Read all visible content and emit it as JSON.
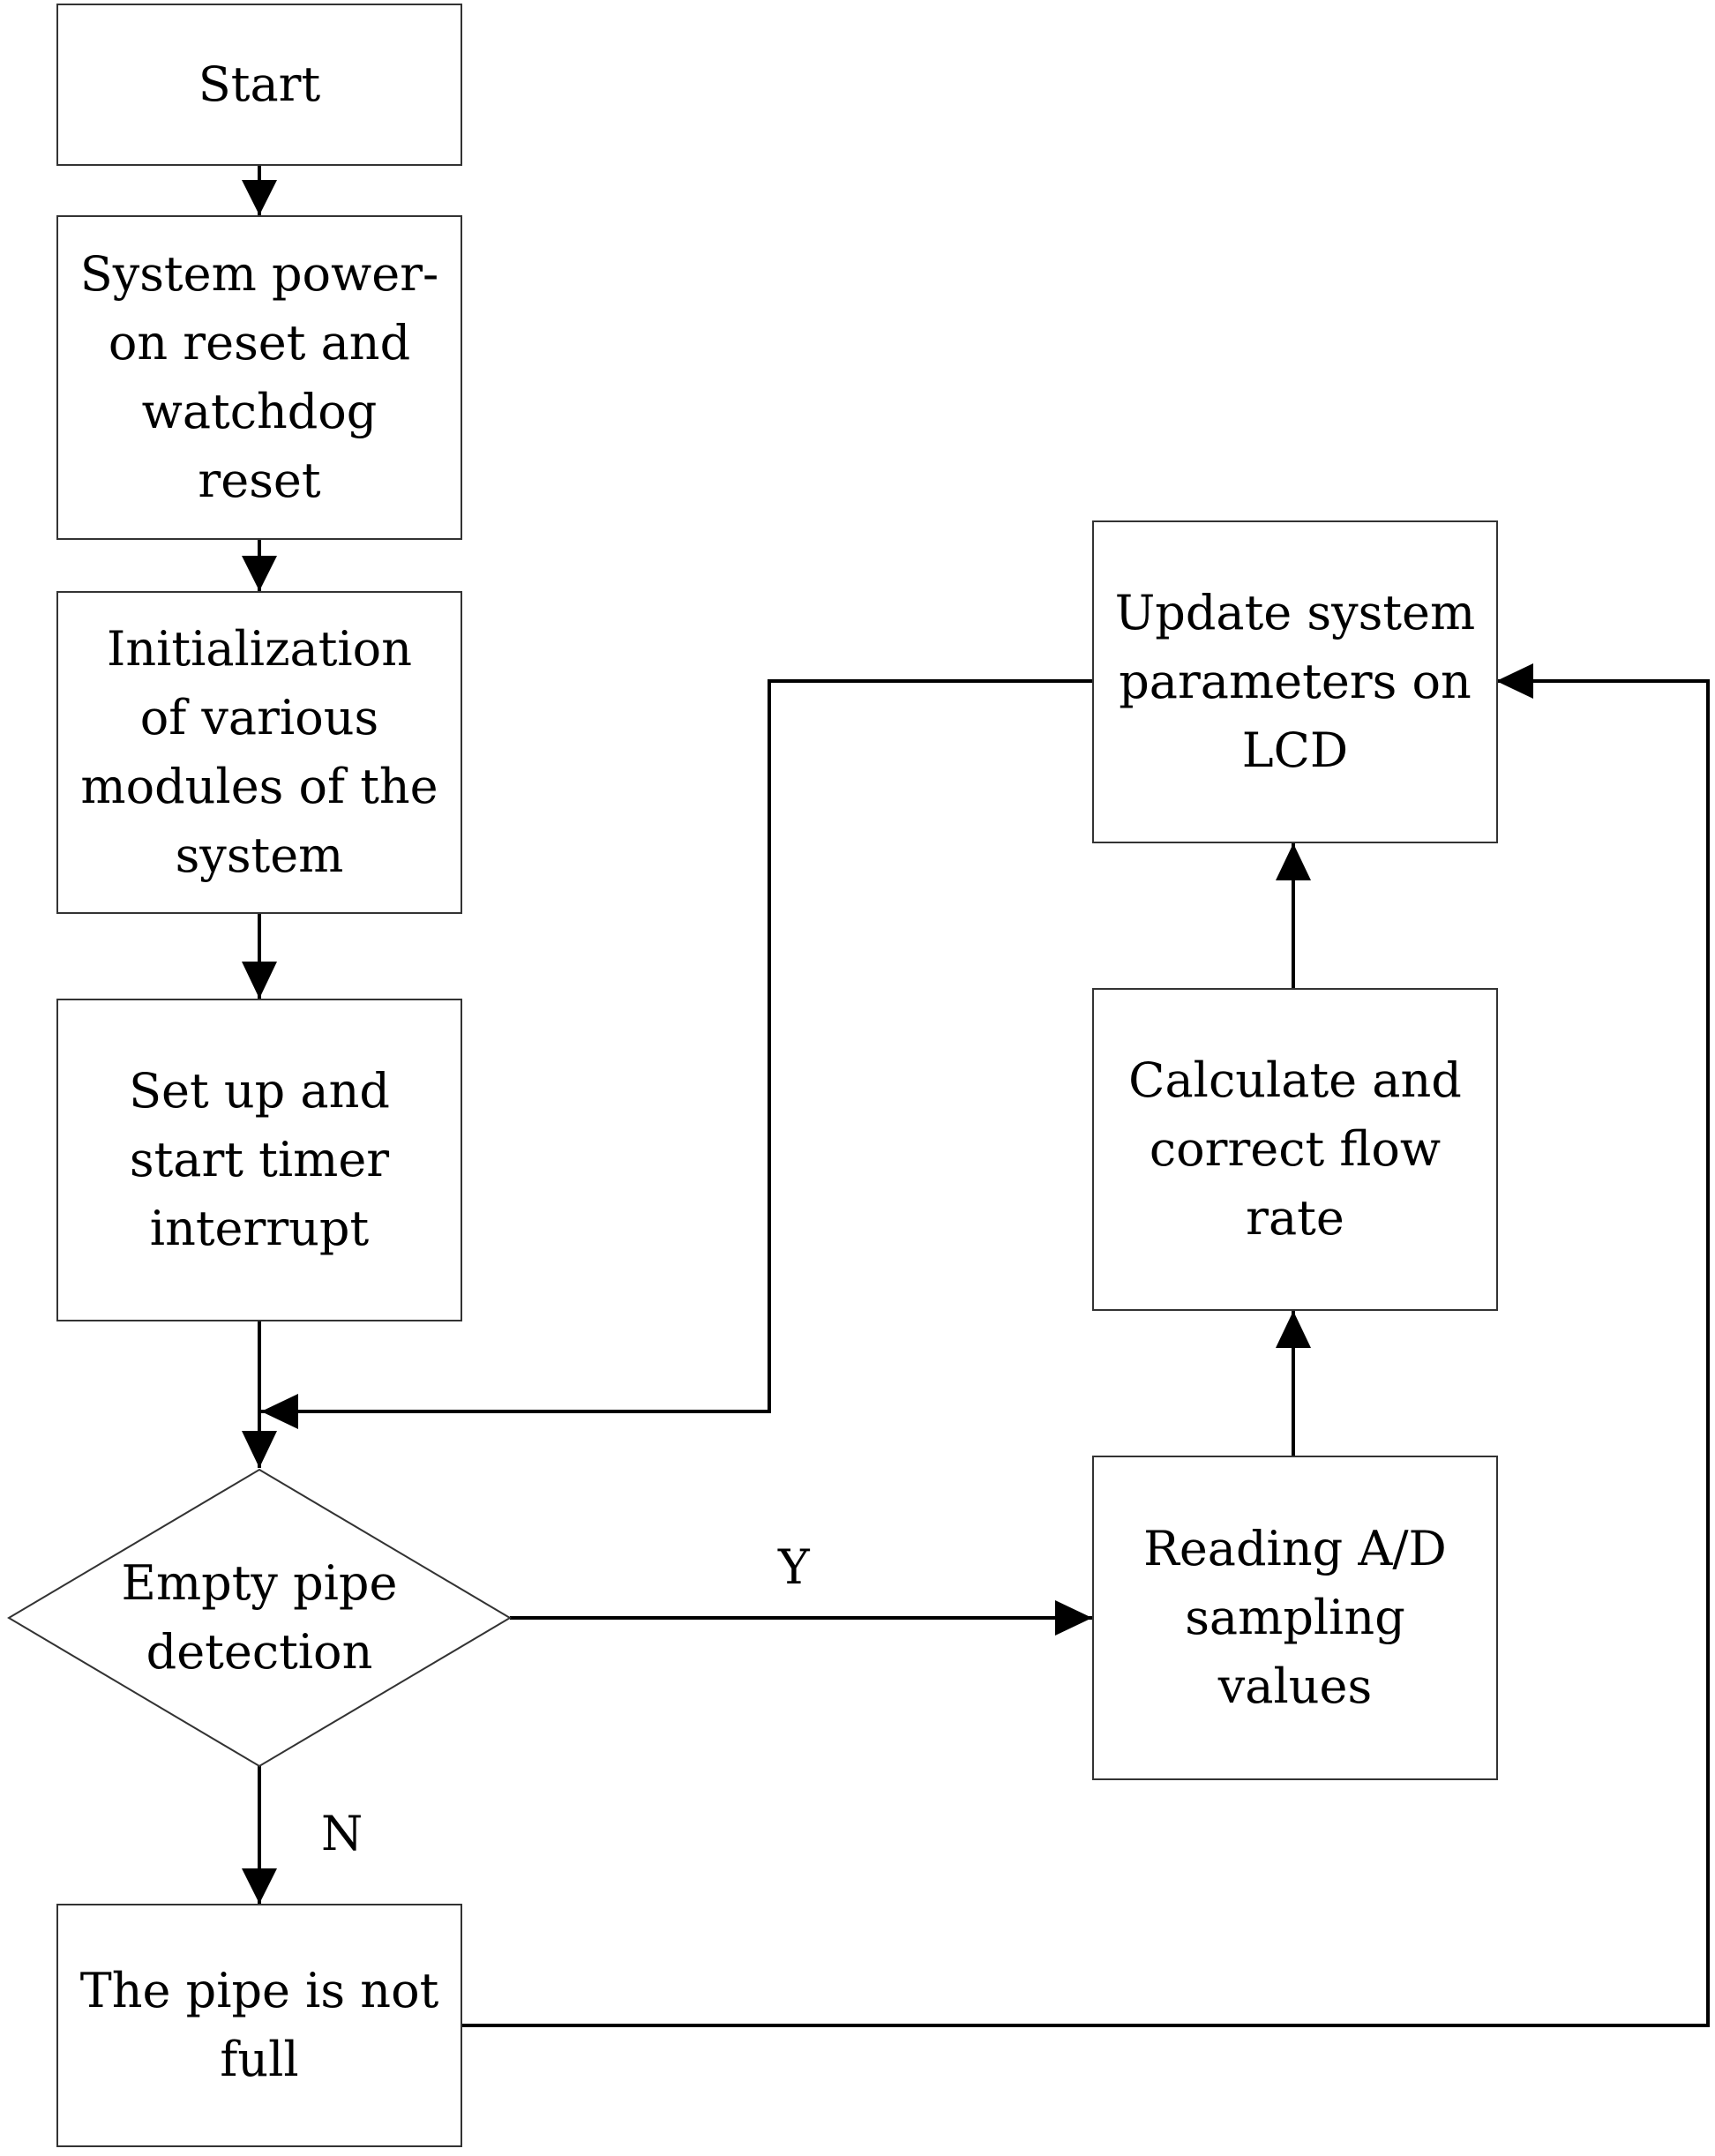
{
  "flowchart": {
    "nodes": {
      "start": "Start",
      "reset": "System power-\non reset and\nwatchdog\nreset",
      "init": "Initialization\nof various\nmodules of the\nsystem",
      "timer": "Set up and\nstart timer\ninterrupt",
      "decision": "Empty pipe\ndetection",
      "not_full": "The pipe is not\nfull",
      "read_ad": "Reading A/D\nsampling\nvalues",
      "calc": "Calculate and\ncorrect  flow\nrate",
      "lcd": "Update system\nparameters on\nLCD"
    },
    "edge_labels": {
      "yes": "Y",
      "no": "N"
    }
  }
}
